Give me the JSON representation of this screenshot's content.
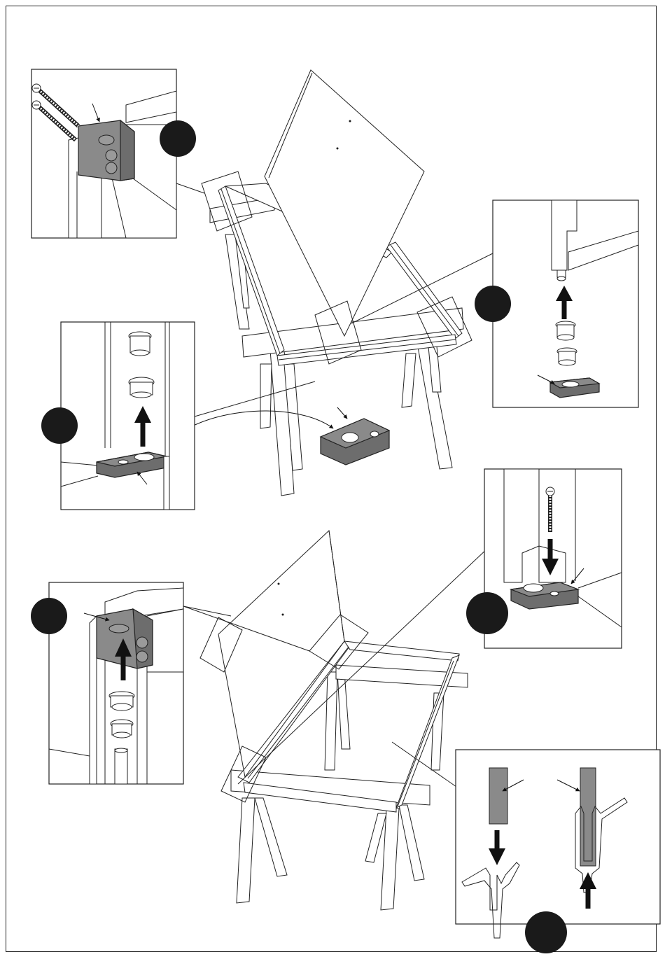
{
  "document": {
    "type": "assembly-instruction-sheet",
    "step_markers": [
      {
        "id": "marker-top-left",
        "label": ""
      },
      {
        "id": "marker-middle-right",
        "label": ""
      },
      {
        "id": "marker-middle-left",
        "label": ""
      },
      {
        "id": "marker-lower-left",
        "label": ""
      },
      {
        "id": "marker-lower-right",
        "label": ""
      },
      {
        "id": "marker-bottom-right",
        "label": ""
      }
    ],
    "colors": {
      "line": "#222222",
      "part_grey": "#8a8a8a",
      "marker_fill": "#1a1a1a",
      "background": "#ffffff"
    }
  }
}
